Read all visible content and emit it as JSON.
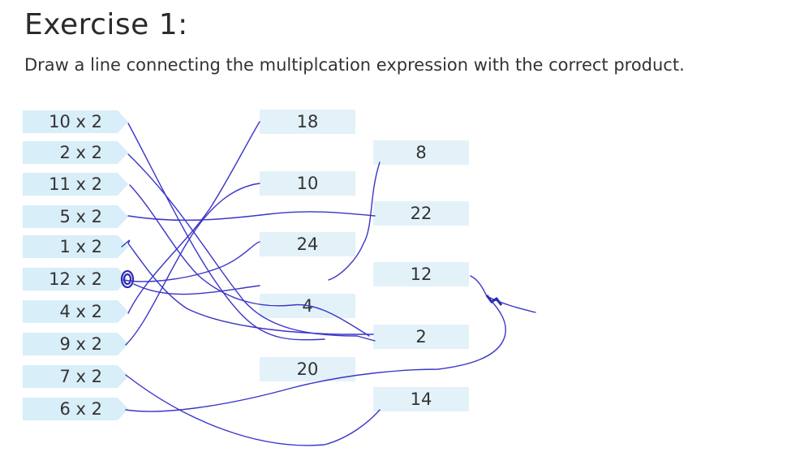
{
  "exercise": {
    "title": "Exercise 1:",
    "instruction": "Draw a line connecting the multiplcation expression with the correct product."
  },
  "expressions": [
    {
      "label": "10 x 2"
    },
    {
      "label": "2 x 2"
    },
    {
      "label": "11 x 2"
    },
    {
      "label": "5 x 2"
    },
    {
      "label": "1 x 2"
    },
    {
      "label": "12 x 2"
    },
    {
      "label": "4 x 2"
    },
    {
      "label": "9 x 2"
    },
    {
      "label": "7 x 2"
    },
    {
      "label": "6 x 2"
    }
  ],
  "products_middle": [
    {
      "label": "18"
    },
    {
      "label": "10"
    },
    {
      "label": "24"
    },
    {
      "label": "4"
    },
    {
      "label": "20"
    }
  ],
  "products_right": [
    {
      "label": "8"
    },
    {
      "label": "22"
    },
    {
      "label": "12"
    },
    {
      "label": "2"
    },
    {
      "label": "14"
    }
  ],
  "colors": {
    "expression_box": "#d8eef8",
    "product_box": "#e3f2f9",
    "pen_ink": "#3a35c8"
  }
}
